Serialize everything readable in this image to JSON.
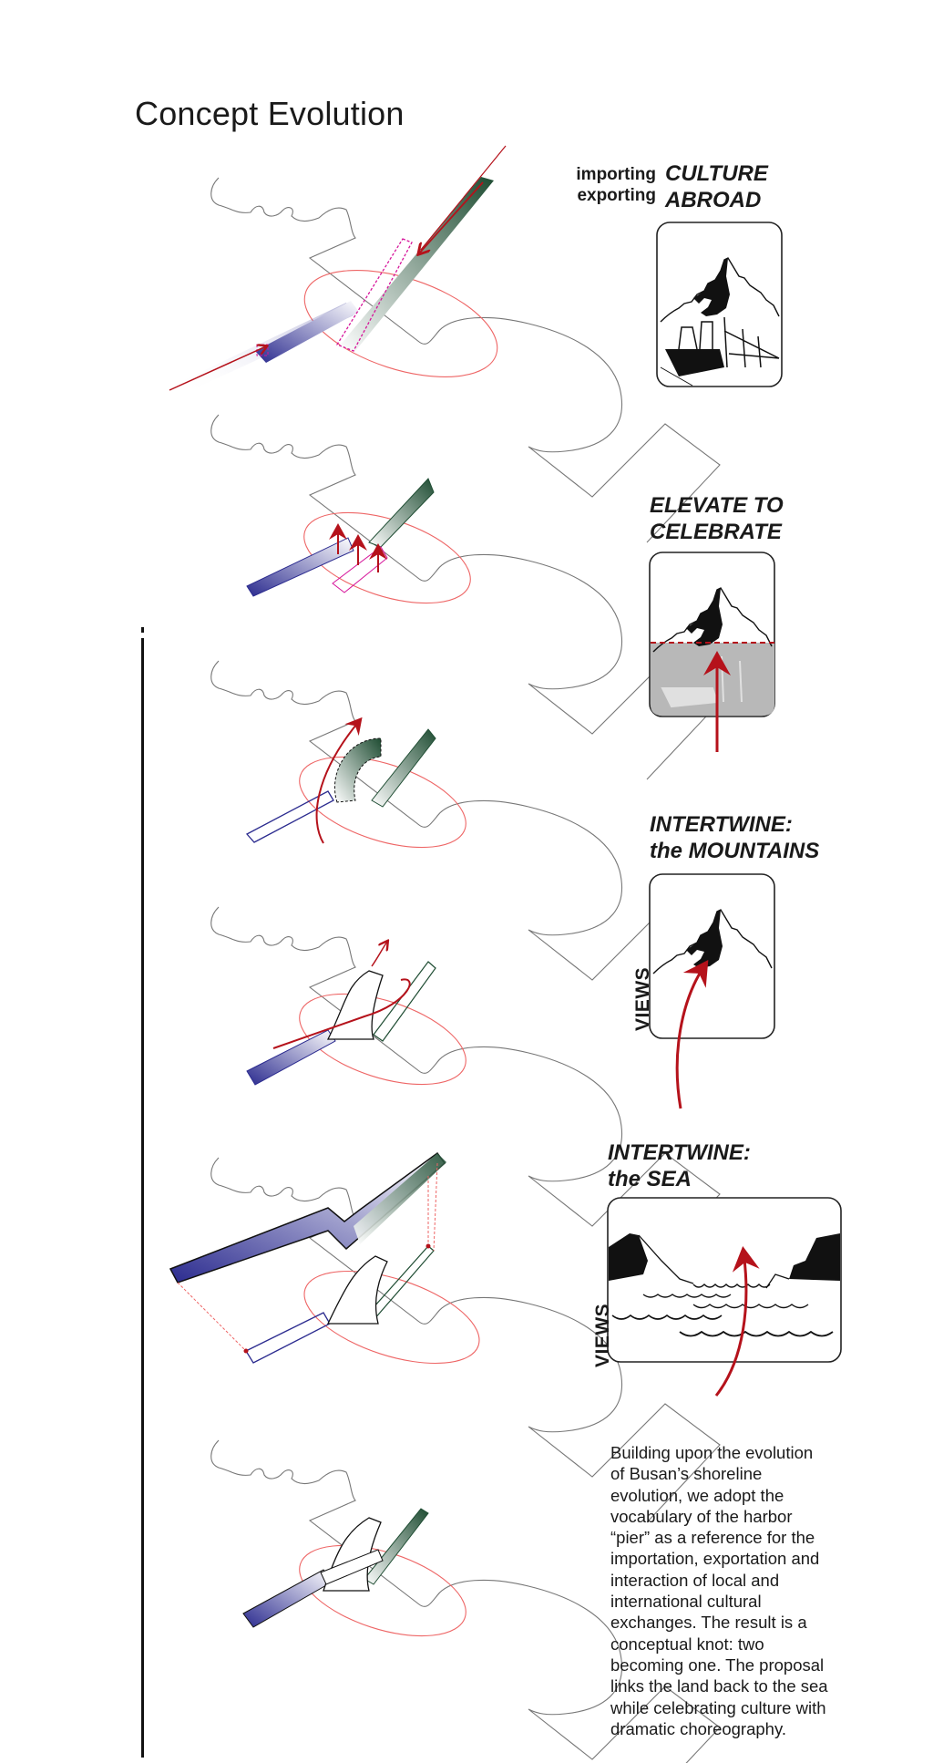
{
  "page": {
    "title": "Concept Evolution"
  },
  "panels": [
    {
      "id": "culture-abroad",
      "label_small": [
        "importing",
        "exporting"
      ],
      "label_big": [
        "CULTURE",
        "ABROAD"
      ],
      "icon": "mountain-port-icon"
    },
    {
      "id": "elevate",
      "label_big": [
        "ELEVATE TO",
        "CELEBRATE"
      ],
      "icon": "elevated-mountain-icon"
    },
    {
      "id": "mountains",
      "label_big": [
        "INTERTWINE:",
        "the MOUNTAINS"
      ],
      "side_label": "VIEWS",
      "icon": "mountain-view-icon"
    },
    {
      "id": "sea",
      "label_big": [
        "INTERTWINE:",
        "the SEA"
      ],
      "side_label": "VIEWS",
      "icon": "sea-view-icon"
    }
  ],
  "description": [
    "Building upon the evolution",
    "of Busan’s shoreline",
    "evolution, we adopt the",
    "vocabulary of the harbor",
    "“pier” as a reference for the",
    "importation, exportation and",
    "interaction of local and",
    "international cultural",
    "exchanges.  The result is a",
    "conceptual knot: two",
    "becoming one.  The proposal",
    "links the land back to the sea",
    "while celebrating culture with",
    "dramatic choreography."
  ],
  "diagram_steps": [
    {
      "step": 1,
      "name": "import-export-piers"
    },
    {
      "step": 2,
      "name": "elevated-piers"
    },
    {
      "step": 3,
      "name": "mountain-loop"
    },
    {
      "step": 4,
      "name": "knot-formation"
    },
    {
      "step": 5,
      "name": "sea-connection"
    },
    {
      "step": 6,
      "name": "final-knot"
    }
  ],
  "colors": {
    "accent_red": "#b5121b",
    "pier_blue": "#2b2b8f",
    "pier_green": "#1f4d33",
    "dashed_magenta": "#d6149a",
    "ellipse_red": "#ee6666",
    "coast_gray": "#777777"
  }
}
